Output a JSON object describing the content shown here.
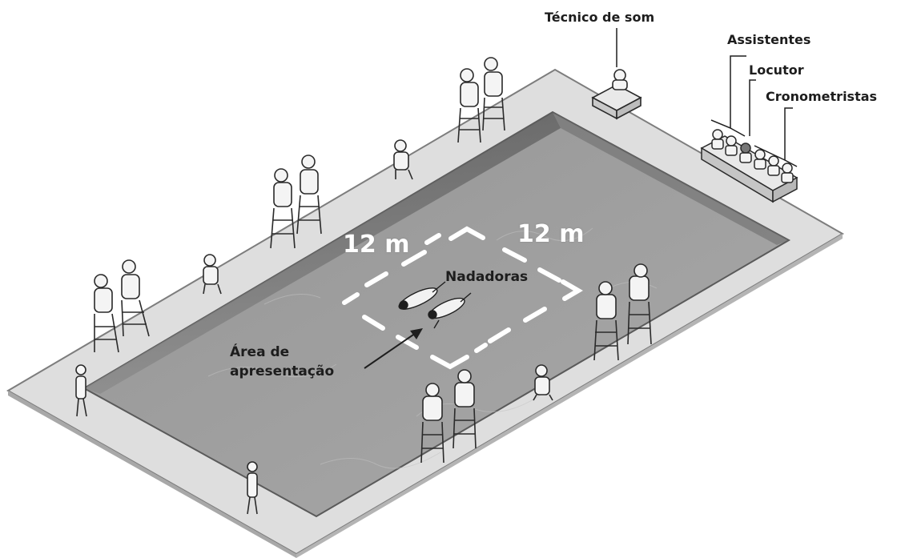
{
  "labels": {
    "tecnico": "Técnico de som",
    "assistentes": "Assistentes",
    "locutor": "Locutor",
    "cronometristas": "Cronometristas",
    "nadadoras": "Nadadoras",
    "area_line1": "Área de",
    "area_line2": "apresentação",
    "dist_left": "12 m",
    "dist_right": "12 m"
  },
  "colors": {
    "deck": "#dcdcdc",
    "deck_edge": "#8e8e8e",
    "water": "#a2a2a2",
    "water_deep": "#7a7a7a",
    "marker": "#ffffff",
    "figure": "#f4f4f4"
  }
}
